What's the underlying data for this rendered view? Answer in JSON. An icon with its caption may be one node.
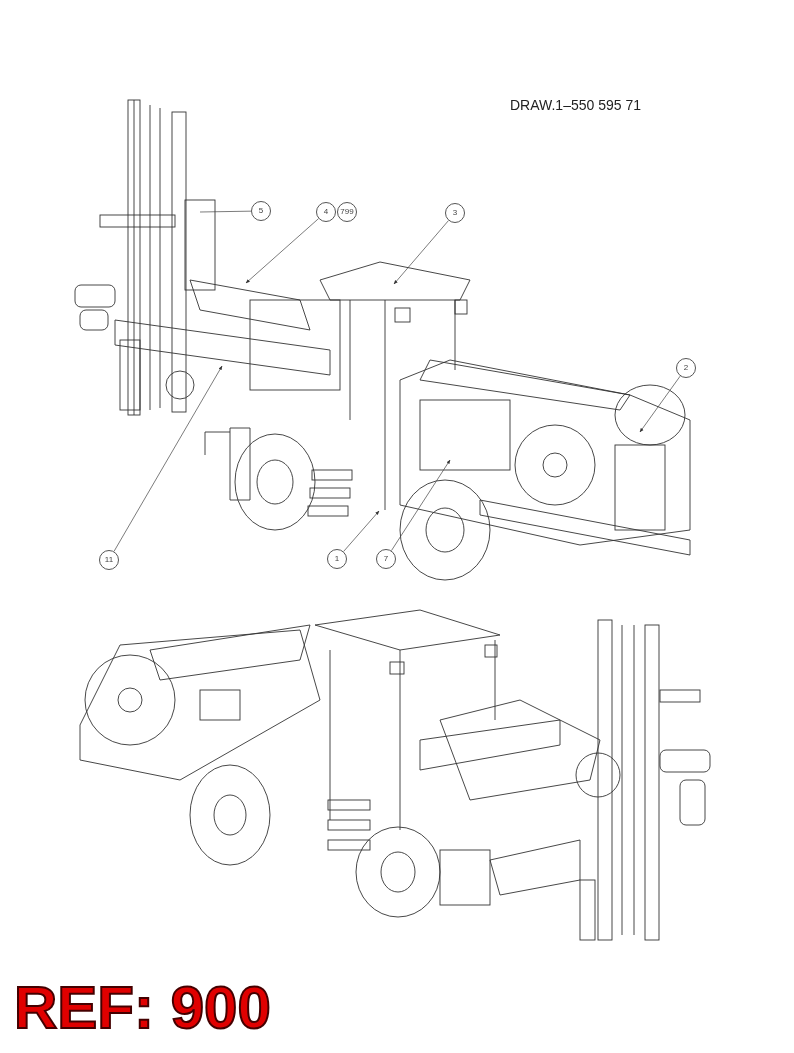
{
  "diagram": {
    "nodes": [
      {
        "text": [
          "5"
        ]
      },
      {
        "text": [
          "4"
        ]
      },
      {
        "text": [
          "799"
        ]
      },
      {
        "text": [
          "3"
        ]
      },
      {
        "text": [
          "2"
        ]
      },
      {
        "text": [
          "11"
        ]
      },
      {
        "text": [
          "1"
        ]
      },
      {
        "text": [
          "7"
        ]
      }
    ],
    "edges": [
      {
        "from": 0,
        "to": null,
        "arrow": "none"
      },
      {
        "from": 1,
        "to": null,
        "arrow": "to"
      },
      {
        "from": 3,
        "to": null,
        "arrow": "to"
      },
      {
        "from": 4,
        "to": null,
        "arrow": "to"
      },
      {
        "from": 5,
        "to": null,
        "arrow": "to"
      },
      {
        "from": 6,
        "to": null,
        "arrow": "to"
      },
      {
        "from": 7,
        "to": null,
        "arrow": "to"
      }
    ],
    "labels": [
      "DRAW.1–550 595 71",
      "REF: 900"
    ]
  }
}
